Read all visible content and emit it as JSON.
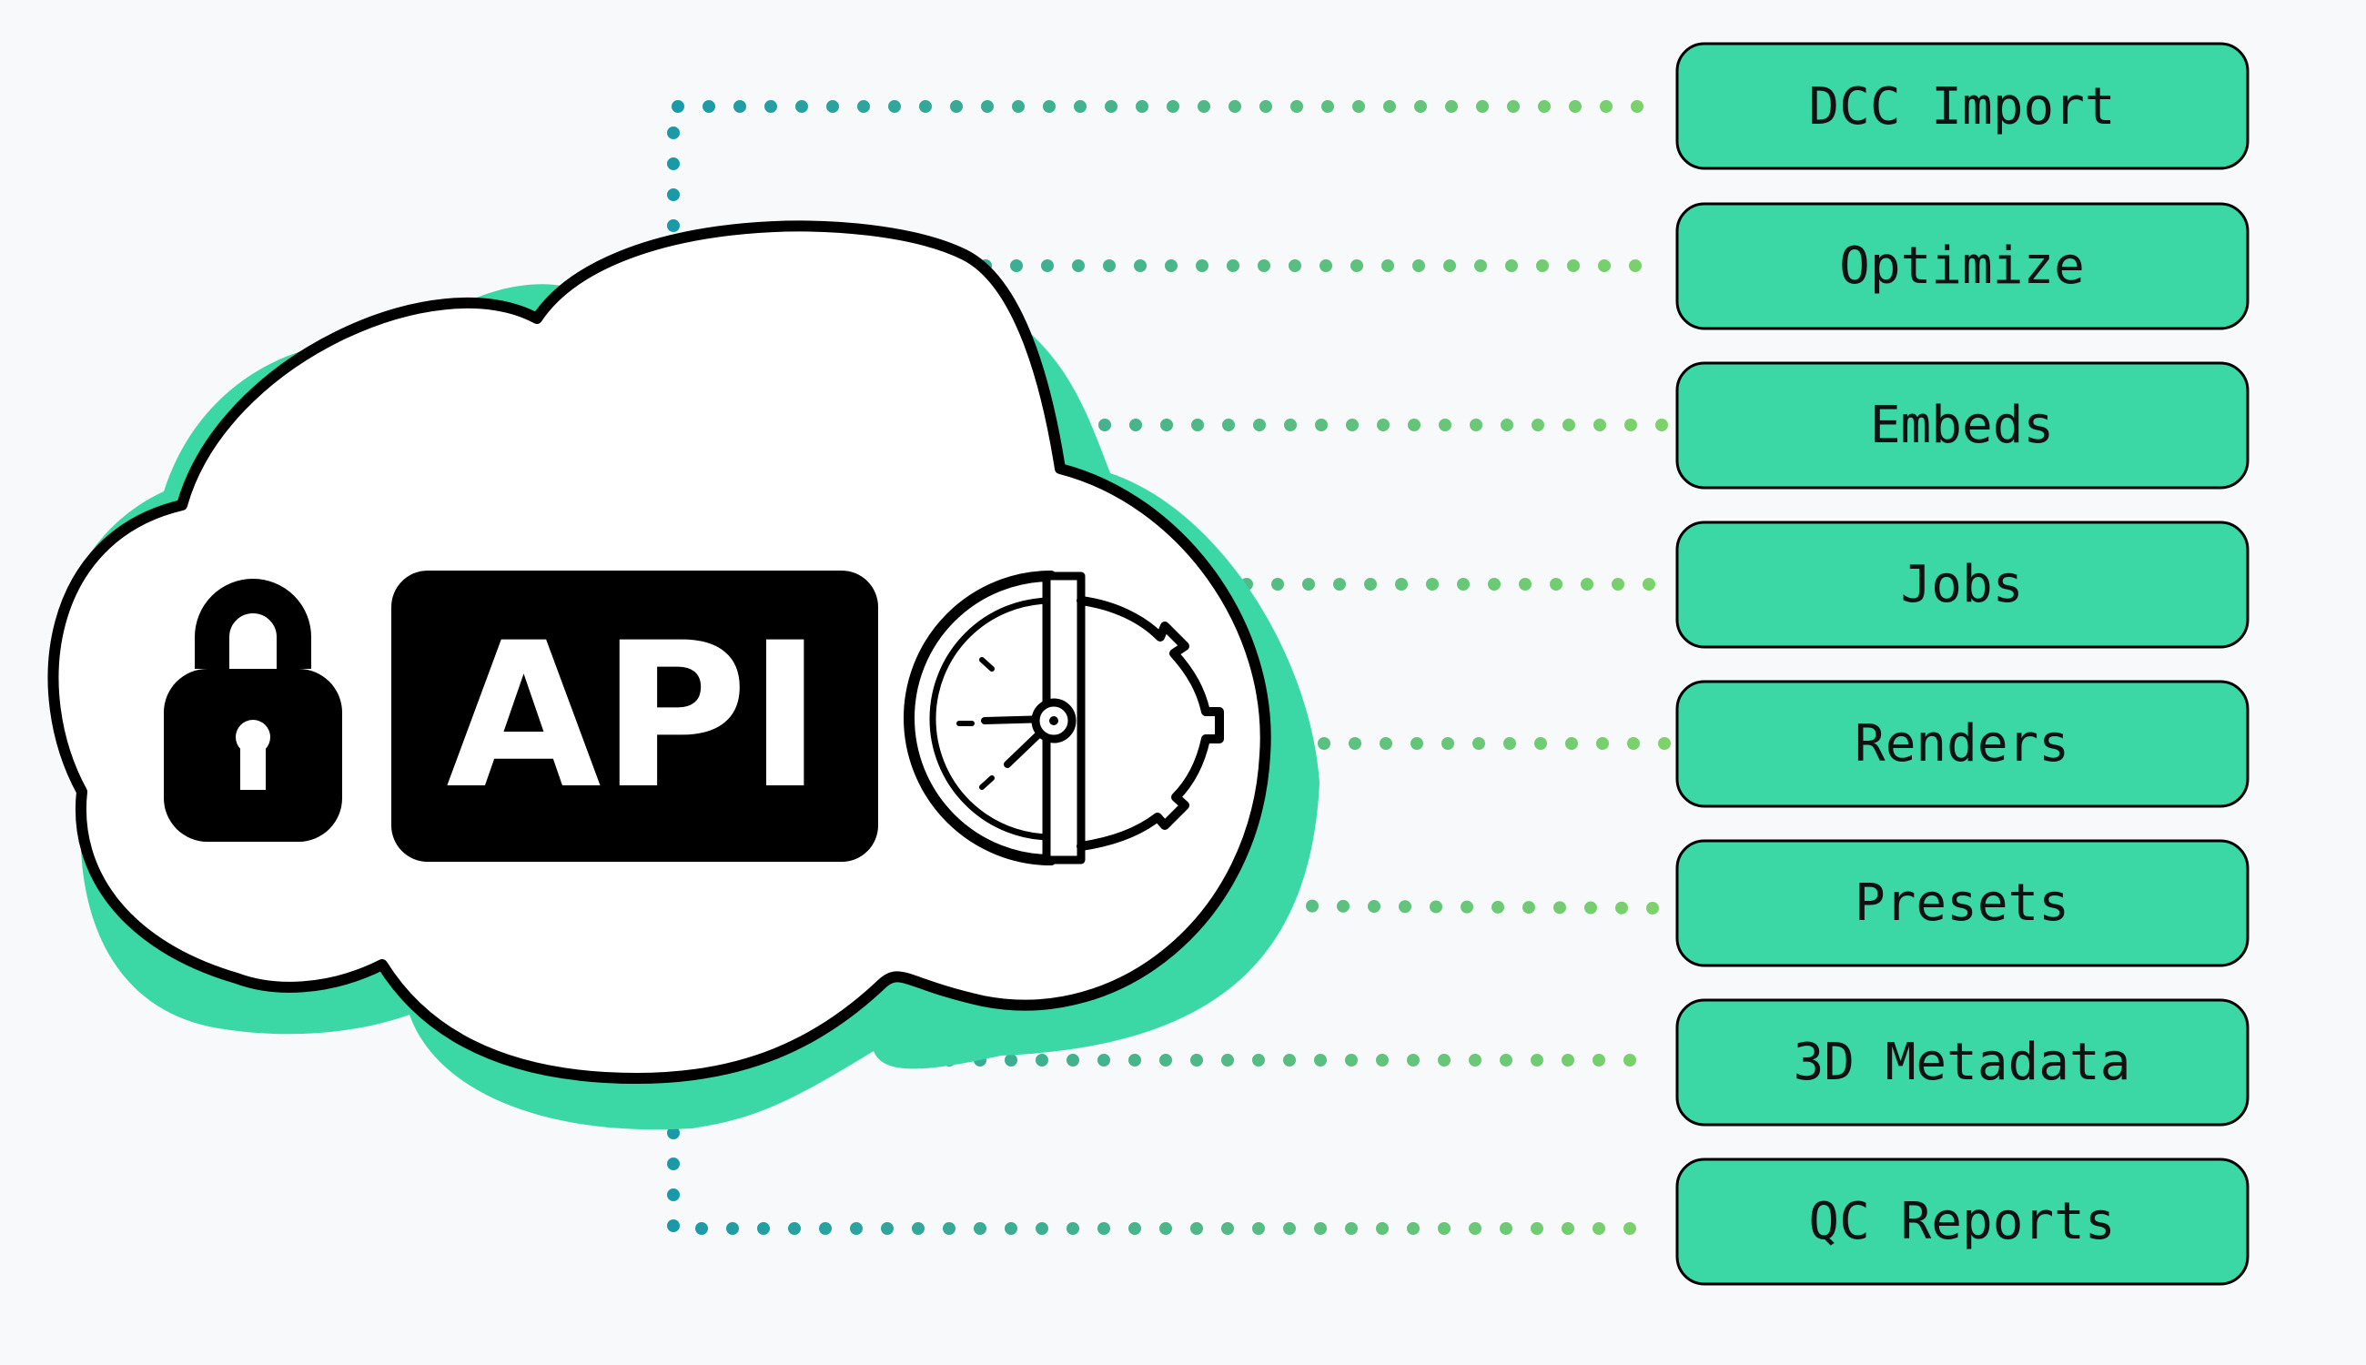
{
  "center": {
    "label": "API",
    "icons": [
      "lock-icon",
      "clock-gear-icon"
    ]
  },
  "endpoints": [
    {
      "label": "DCC Import"
    },
    {
      "label": "Optimize"
    },
    {
      "label": "Embeds"
    },
    {
      "label": "Jobs"
    },
    {
      "label": "Renders"
    },
    {
      "label": "Presets"
    },
    {
      "label": "3D Metadata"
    },
    {
      "label": "QC Reports"
    }
  ],
  "colors": {
    "background": "#f7f9fb",
    "accent": "#3bd8a5",
    "outline": "#000000",
    "dot_start": "#1a9aa8",
    "dot_end": "#7dd36a"
  }
}
